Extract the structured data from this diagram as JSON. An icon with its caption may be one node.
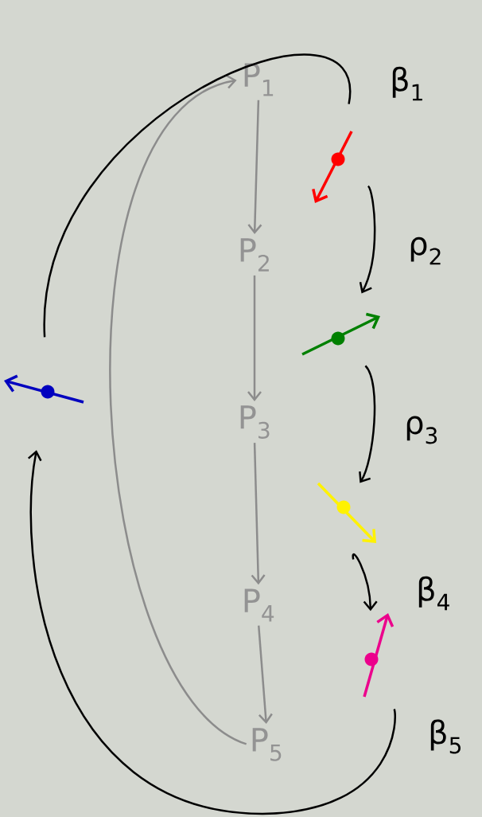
{
  "diagram": {
    "nodes": [
      {
        "text": [
          "P$_{1}$"
        ]
      },
      {
        "text": [
          "P$_{2}$"
        ]
      },
      {
        "text": [
          "P$_{3}$"
        ]
      },
      {
        "text": [
          "P$_{4}$"
        ]
      },
      {
        "text": [
          "P$_{5}$"
        ]
      },
      {
        "text": [],
        "shape": "circle"
      },
      {
        "text": [],
        "shape": "circle"
      },
      {
        "text": [],
        "shape": "circle"
      },
      {
        "text": [],
        "shape": "circle"
      },
      {
        "text": [],
        "shape": "circle"
      }
    ],
    "edges": [
      {
        "from": 0,
        "to": 1,
        "arrow": "to",
        "color": "#8c8c8c"
      },
      {
        "from": 1,
        "to": 2,
        "arrow": "to",
        "color": "#8c8c8c"
      },
      {
        "from": 2,
        "to": 3,
        "arrow": "to",
        "color": "#8c8c8c"
      },
      {
        "from": 3,
        "to": 4,
        "arrow": "to",
        "color": "#8c8c8c"
      },
      {
        "from": 4,
        "to": 0,
        "arrow": "to",
        "color": "#8c8c8c"
      },
      {
        "from": 9,
        "to": 5,
        "arrow": "none",
        "label": "β$_{1}$",
        "color": "#000000"
      },
      {
        "from": 5,
        "to": 6,
        "arrow": "to",
        "label": "ρ$_{2}$",
        "color": "#000000"
      },
      {
        "from": 6,
        "to": 7,
        "arrow": "to",
        "label": "ρ$_{3}$",
        "color": "#000000"
      },
      {
        "from": 7,
        "to": 8,
        "arrow": "to",
        "label": "β$_{4}$",
        "color": "#000000"
      },
      {
        "from": 8,
        "to": 9,
        "arrow": "to",
        "label": "β$_{5}$",
        "color": "#000000"
      }
    ]
  }
}
